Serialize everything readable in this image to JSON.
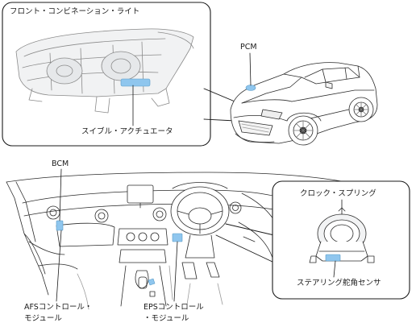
{
  "labels": {
    "headlight": "フロント・コンビネーション・ライト",
    "swivel_actuator": "スイブル・アクチュエータ",
    "pcm": "PCM",
    "bcm": "BCM",
    "afs_line1": "AFSコントロール・",
    "afs_line2": "モジュール",
    "eps_line1": "EPSコントロール",
    "eps_line2": "・モジュール",
    "clock_spring": "クロック・スプリング",
    "steering_sensor": "ステアリング舵角センサ"
  },
  "colors": {
    "line": "#2b2b2b",
    "highlight": "#8fc6ee",
    "panel_border": "#1a1a1a"
  }
}
